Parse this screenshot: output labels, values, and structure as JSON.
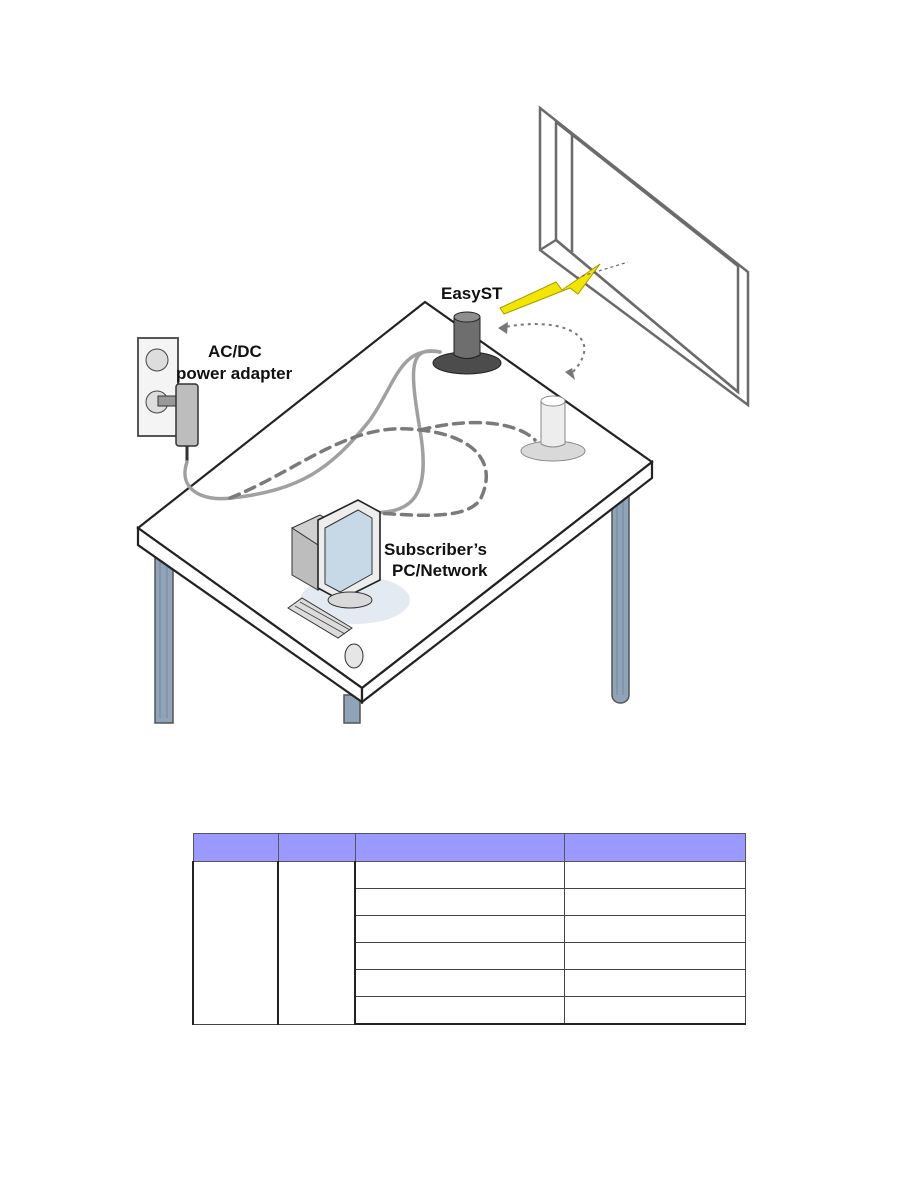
{
  "illustration": {
    "callouts": {
      "device": "EasyST",
      "adapter_line1": "AC/DC",
      "adapter_line2": "power adapter",
      "pc_line1": "Subscriber’s",
      "pc_line2": "PC/Network"
    },
    "colors": {
      "signal_bolt": "#f2e600",
      "table_leg": "#8fa4b8",
      "device_active": "#6e6e6e",
      "device_alt": "#d9d9d9"
    }
  },
  "table": {
    "headers": [
      "",
      "",
      "",
      ""
    ],
    "rows": [
      [
        "",
        "",
        "",
        ""
      ],
      [
        "",
        "",
        "",
        ""
      ],
      [
        "",
        "",
        "",
        ""
      ],
      [
        "",
        "",
        "",
        ""
      ],
      [
        "",
        "",
        "",
        ""
      ],
      [
        "",
        "",
        "",
        ""
      ]
    ],
    "colors": {
      "header_bg": "#9999ff"
    }
  }
}
